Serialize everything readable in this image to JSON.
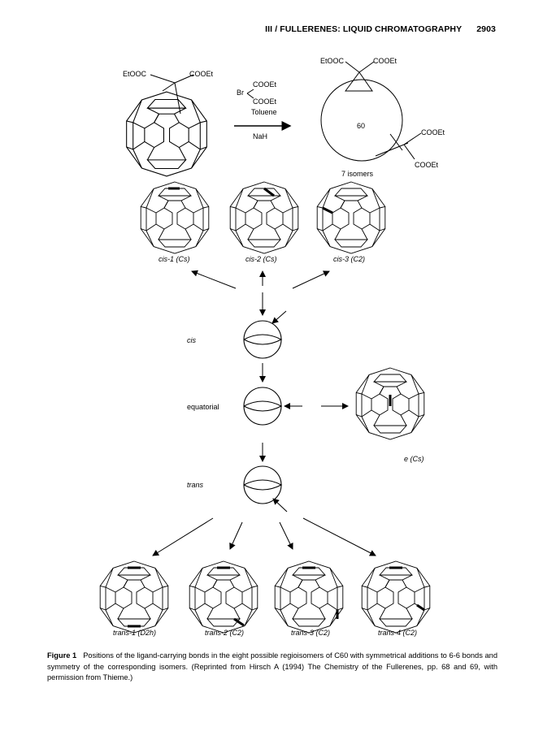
{
  "header": {
    "section": "III / FULLERENES: LIQUID CHROMATOGRAPHY",
    "page_number": "2903"
  },
  "reaction": {
    "reactant_left_group": "EtOOC",
    "reactant_right_group": "COOEt",
    "reagent_prefix": "Br",
    "reagent_top": "COOEt",
    "reagent_bottom": "COOEt",
    "solvent": "Toluene",
    "base": "NaH",
    "product_core": "60",
    "product_top_left": "EtOOC",
    "product_top_right": "COOEt",
    "product_side_top": "COOEt",
    "product_side_bottom": "COOEt",
    "product_note": "7 isomers"
  },
  "isomers": {
    "cis1": {
      "name": "cis-1",
      "symmetry": "Cs"
    },
    "cis2": {
      "name": "cis-2",
      "symmetry": "Cs"
    },
    "cis3": {
      "name": "cis-3",
      "symmetry": "C2"
    },
    "e": {
      "name": "e",
      "symmetry": "Cs"
    },
    "trans1": {
      "name": "trans-1",
      "symmetry": "D2h"
    },
    "trans2": {
      "name": "trans-2",
      "symmetry": "C2"
    },
    "trans3": {
      "name": "trans-3",
      "symmetry": "C2"
    },
    "trans4": {
      "name": "trans-4",
      "symmetry": "C2"
    }
  },
  "positions": {
    "cis": "cis",
    "equatorial": "equatorial",
    "trans": "trans"
  },
  "caption": {
    "label": "Figure 1",
    "text": "Positions of the ligand-carrying bonds in the eight possible regioisomers of C60 with symmetrical additions to 6-6 bonds and symmetry of the corresponding isomers. (Reprinted from Hirsch A (1994) The Chemistry of the Fullerenes, pp. 68 and 69, with permission from Thieme.)"
  }
}
